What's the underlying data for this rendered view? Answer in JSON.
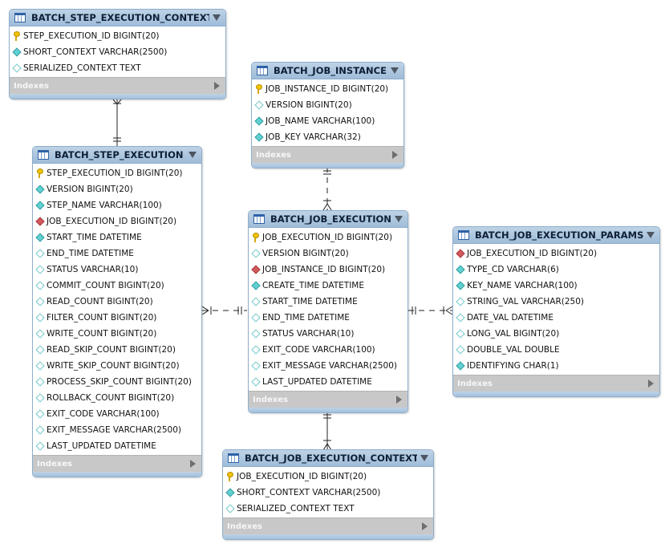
{
  "tables": {
    "step_ctx": {
      "name": "BATCH_STEP_EXECUTION_CONTEXT",
      "indexes_label": "Indexes",
      "columns": [
        {
          "text": "STEP_EXECUTION_ID BIGINT(20)",
          "icon": "primary-key-icon"
        },
        {
          "text": "SHORT_CONTEXT VARCHAR(2500)",
          "icon": "not-null-column-icon"
        },
        {
          "text": "SERIALIZED_CONTEXT TEXT",
          "icon": "nullable-column-icon"
        }
      ]
    },
    "job_instance": {
      "name": "BATCH_JOB_INSTANCE",
      "indexes_label": "Indexes",
      "columns": [
        {
          "text": "JOB_INSTANCE_ID BIGINT(20)",
          "icon": "primary-key-icon"
        },
        {
          "text": "VERSION BIGINT(20)",
          "icon": "nullable-column-icon"
        },
        {
          "text": "JOB_NAME VARCHAR(100)",
          "icon": "not-null-column-icon"
        },
        {
          "text": "JOB_KEY VARCHAR(32)",
          "icon": "not-null-column-icon"
        }
      ]
    },
    "step_exec": {
      "name": "BATCH_STEP_EXECUTION",
      "indexes_label": "Indexes",
      "columns": [
        {
          "text": "STEP_EXECUTION_ID BIGINT(20)",
          "icon": "primary-key-icon"
        },
        {
          "text": "VERSION BIGINT(20)",
          "icon": "not-null-column-icon"
        },
        {
          "text": "STEP_NAME VARCHAR(100)",
          "icon": "not-null-column-icon"
        },
        {
          "text": "JOB_EXECUTION_ID BIGINT(20)",
          "icon": "foreign-key-icon"
        },
        {
          "text": "START_TIME DATETIME",
          "icon": "not-null-column-icon"
        },
        {
          "text": "END_TIME DATETIME",
          "icon": "nullable-column-icon"
        },
        {
          "text": "STATUS VARCHAR(10)",
          "icon": "nullable-column-icon"
        },
        {
          "text": "COMMIT_COUNT BIGINT(20)",
          "icon": "nullable-column-icon"
        },
        {
          "text": "READ_COUNT BIGINT(20)",
          "icon": "nullable-column-icon"
        },
        {
          "text": "FILTER_COUNT BIGINT(20)",
          "icon": "nullable-column-icon"
        },
        {
          "text": "WRITE_COUNT BIGINT(20)",
          "icon": "nullable-column-icon"
        },
        {
          "text": "READ_SKIP_COUNT BIGINT(20)",
          "icon": "nullable-column-icon"
        },
        {
          "text": "WRITE_SKIP_COUNT BIGINT(20)",
          "icon": "nullable-column-icon"
        },
        {
          "text": "PROCESS_SKIP_COUNT BIGINT(20)",
          "icon": "nullable-column-icon"
        },
        {
          "text": "ROLLBACK_COUNT BIGINT(20)",
          "icon": "nullable-column-icon"
        },
        {
          "text": "EXIT_CODE VARCHAR(100)",
          "icon": "nullable-column-icon"
        },
        {
          "text": "EXIT_MESSAGE VARCHAR(2500)",
          "icon": "nullable-column-icon"
        },
        {
          "text": "LAST_UPDATED DATETIME",
          "icon": "nullable-column-icon"
        }
      ]
    },
    "job_exec": {
      "name": "BATCH_JOB_EXECUTION",
      "indexes_label": "Indexes",
      "columns": [
        {
          "text": "JOB_EXECUTION_ID BIGINT(20)",
          "icon": "primary-key-icon"
        },
        {
          "text": "VERSION BIGINT(20)",
          "icon": "nullable-column-icon"
        },
        {
          "text": "JOB_INSTANCE_ID BIGINT(20)",
          "icon": "foreign-key-icon"
        },
        {
          "text": "CREATE_TIME DATETIME",
          "icon": "not-null-column-icon"
        },
        {
          "text": "START_TIME DATETIME",
          "icon": "nullable-column-icon"
        },
        {
          "text": "END_TIME DATETIME",
          "icon": "nullable-column-icon"
        },
        {
          "text": "STATUS VARCHAR(10)",
          "icon": "nullable-column-icon"
        },
        {
          "text": "EXIT_CODE VARCHAR(100)",
          "icon": "nullable-column-icon"
        },
        {
          "text": "EXIT_MESSAGE VARCHAR(2500)",
          "icon": "nullable-column-icon"
        },
        {
          "text": "LAST_UPDATED DATETIME",
          "icon": "nullable-column-icon"
        }
      ]
    },
    "job_params": {
      "name": "BATCH_JOB_EXECUTION_PARAMS",
      "indexes_label": "Indexes",
      "columns": [
        {
          "text": "JOB_EXECUTION_ID BIGINT(20)",
          "icon": "foreign-key-icon"
        },
        {
          "text": "TYPE_CD VARCHAR(6)",
          "icon": "not-null-column-icon"
        },
        {
          "text": "KEY_NAME VARCHAR(100)",
          "icon": "not-null-column-icon"
        },
        {
          "text": "STRING_VAL VARCHAR(250)",
          "icon": "nullable-column-icon"
        },
        {
          "text": "DATE_VAL DATETIME",
          "icon": "nullable-column-icon"
        },
        {
          "text": "LONG_VAL BIGINT(20)",
          "icon": "nullable-column-icon"
        },
        {
          "text": "DOUBLE_VAL DOUBLE",
          "icon": "nullable-column-icon"
        },
        {
          "text": "IDENTIFYING CHAR(1)",
          "icon": "not-null-column-icon"
        }
      ]
    },
    "job_ctx": {
      "name": "BATCH_JOB_EXECUTION_CONTEXT",
      "indexes_label": "Indexes",
      "columns": [
        {
          "text": "JOB_EXECUTION_ID BIGINT(20)",
          "icon": "primary-key-icon"
        },
        {
          "text": "SHORT_CONTEXT VARCHAR(2500)",
          "icon": "not-null-column-icon"
        },
        {
          "text": "SERIALIZED_CONTEXT TEXT",
          "icon": "nullable-column-icon"
        }
      ]
    }
  },
  "colors": {
    "header": "#a6c2dd",
    "border": "#8eaecb",
    "indexes_bar": "#c8c8c8",
    "primary_key": "#f4c400",
    "foreign_key": "#d3595c",
    "not_null": "#5fd1d3"
  }
}
